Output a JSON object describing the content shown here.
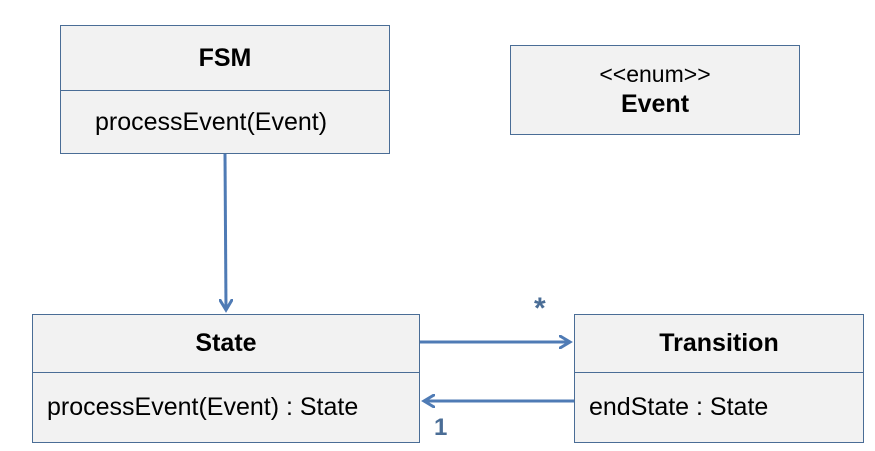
{
  "classes": {
    "fsm": {
      "name": "FSM",
      "operation": "processEvent(Event)"
    },
    "event": {
      "stereotype": "<<enum>>",
      "name": "Event"
    },
    "state": {
      "name": "State",
      "operation": "processEvent(Event) : State"
    },
    "transition": {
      "name": "Transition",
      "attribute": "endState : State"
    }
  },
  "associations": {
    "state_to_transition": {
      "multiplicity": "*"
    },
    "transition_to_state": {
      "multiplicity": "1"
    }
  },
  "colors": {
    "box_fill": "#f2f2f2",
    "box_border": "#4a6d96",
    "arrow": "#4f7bb5"
  }
}
